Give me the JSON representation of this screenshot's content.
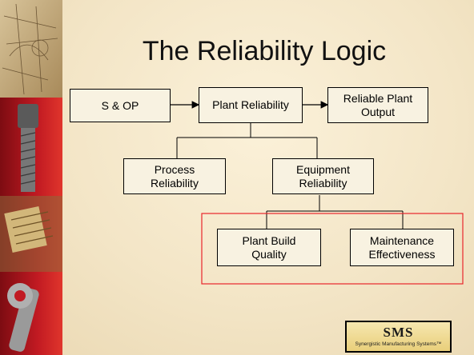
{
  "slide": {
    "title": "The Reliability Logic"
  },
  "diagram": {
    "nodes": {
      "s_op": "S & OP",
      "plant_reliability": "Plant Reliability",
      "reliable_plant_output": "Reliable Plant\nOutput",
      "process_reliability": "Process\nReliability",
      "equipment_reliability": "Equipment\nReliability",
      "plant_build_quality": "Plant Build\nQuality",
      "maintenance_effectiveness": "Maintenance\nEffectiveness"
    },
    "highlight_color": "#e8262b"
  },
  "logo": {
    "main": "SMS",
    "sub": "Synergistic Manufacturing Systems™"
  },
  "colors": {
    "background": "#f4e7c9",
    "box_fill": "#f8f2e1",
    "strip_red": "#b3121b"
  },
  "icons": [
    "blueprint-image",
    "bolt-image",
    "circuit-image",
    "wrench-image"
  ]
}
